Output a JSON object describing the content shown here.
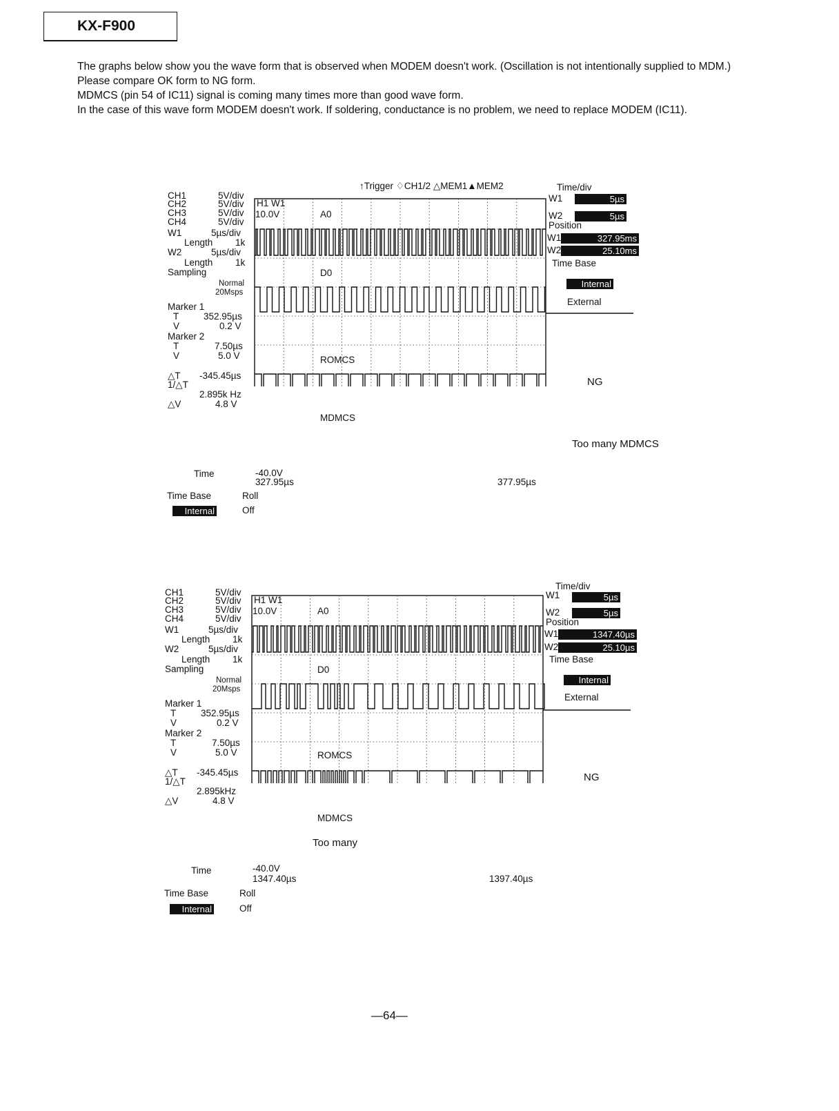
{
  "model": "KX-F900",
  "intro": [
    "The graphs below show you the wave form that is observed when MODEM doesn't work. (Oscillation is not intentionally supplied to MDM.)",
    "Please compare OK form to NG form.",
    "MDMCS (pin 54 of IC11) signal is coming many times more than good wave form.",
    "In the case of this wave form MODEM doesn't work.  If soldering, conductance is no problem, we need to replace MODEM (IC11)."
  ],
  "scope1": {
    "header": "↑Trigger   ♢CH1/2  △MEM1▲MEM2",
    "settings": {
      "ch1": "CH1",
      "ch1_val": "5V/div",
      "ch2": "CH2",
      "ch2_val": "5V/div",
      "ch3": "CH3",
      "ch3_val": "5V/div",
      "ch4": "CH4",
      "ch4_val": "5V/div",
      "w1": "W1",
      "w1_val": "5µs/div",
      "length1": "Length",
      "length1_val": "1k",
      "w2": "W2",
      "w2_val": "5µs/div",
      "length2": "Length",
      "length2_val": "1k",
      "sampling": "Sampling",
      "sampling_mode": "Normal",
      "sampling_rate": "20Msps",
      "marker1": "Marker  1",
      "m1t": "T",
      "m1t_val": "352.95µs",
      "m1v": "V",
      "m1v_val": "0.2  V",
      "marker2": "Marker  2",
      "m2t": "T",
      "m2t_val": "7.50µs",
      "m2v": "V",
      "m2v_val": "5.0  V",
      "dt": "△T",
      "dt_val": "-345.45µs",
      "inv_dt": "1/△T",
      "inv_dt_val": "2.895k Hz",
      "dv": "△V",
      "dv_val": "4.8  V"
    },
    "screen": {
      "h1w1": "H1 W1",
      "scale": "10.0V",
      "traces": [
        "A0",
        "D0",
        "ROMCS",
        "MDMCS"
      ],
      "bottom_v": "-40.0V",
      "t_start": "327.95µs",
      "t_end": "377.95µs"
    },
    "time_label": "Time",
    "time_base_label": "Time Base",
    "time_base_value": "Internal",
    "roll_label": "Roll",
    "roll_value": "Off",
    "right": {
      "time_div": "Time/div",
      "w1": "W1",
      "w1_val": "5µs",
      "w2": "W2",
      "w2_val": "5µs",
      "position": "Position",
      "pw1": "W1",
      "pw1_val": "327.95ms",
      "pw2": "W2",
      "pw2_val": "25.10ms",
      "time_base": "Time Base",
      "internal": "Internal",
      "external": "External",
      "status": "NG"
    },
    "annotation": "Too many MDMCS"
  },
  "scope2": {
    "settings": {
      "ch1": "CH1",
      "ch1_val": "5V/div",
      "ch2": "CH2",
      "ch2_val": "5V/div",
      "ch3": "CH3",
      "ch3_val": "5V/div",
      "ch4": "CH4",
      "ch4_val": "5V/div",
      "w1": "W1",
      "w1_val": "5µs/div",
      "length1": "Length",
      "length1_val": "1k",
      "w2": "W2",
      "w2_val": "5µs/div",
      "length2": "Length",
      "length2_val": "1k",
      "sampling": "Sampling",
      "sampling_mode": "Normal",
      "sampling_rate": "20Msps",
      "marker1": "Marker  1",
      "m1t": "T",
      "m1t_val": "352.95µs",
      "m1v": "V",
      "m1v_val": "0.2  V",
      "marker2": "Marker  2",
      "m2t": "T",
      "m2t_val": "7.50µs",
      "m2v": "V",
      "m2v_val": "5.0  V",
      "dt": "△T",
      "dt_val": "-345.45µs",
      "inv_dt": "1/△T",
      "inv_dt_val": "2.895kHz",
      "dv": "△V",
      "dv_val": "4.8  V"
    },
    "screen": {
      "h1w1": "H1 W1",
      "scale": "10.0V",
      "traces": [
        "A0",
        "D0",
        "ROMCS",
        "MDMCS"
      ],
      "bottom_v": "-40.0V",
      "t_start": "1347.40µs",
      "t_end": "1397.40µs"
    },
    "time_label": "Time",
    "time_base_label": "Time Base",
    "time_base_value": "Internal",
    "roll_label": "Roll",
    "roll_value": "Off",
    "right": {
      "time_div": "Time/div",
      "w1": "W1",
      "w1_val": "5µs",
      "w2": "W2",
      "w2_val": "5µs",
      "position": "Position",
      "pw1": "W1",
      "pw1_val": "1347.40µs",
      "pw2": "W2",
      "pw2_val": "25.10µs",
      "time_base": "Time Base",
      "internal": "Internal",
      "external": "External",
      "status": "NG"
    },
    "annotation": "Too many"
  },
  "page_number": "—64—"
}
